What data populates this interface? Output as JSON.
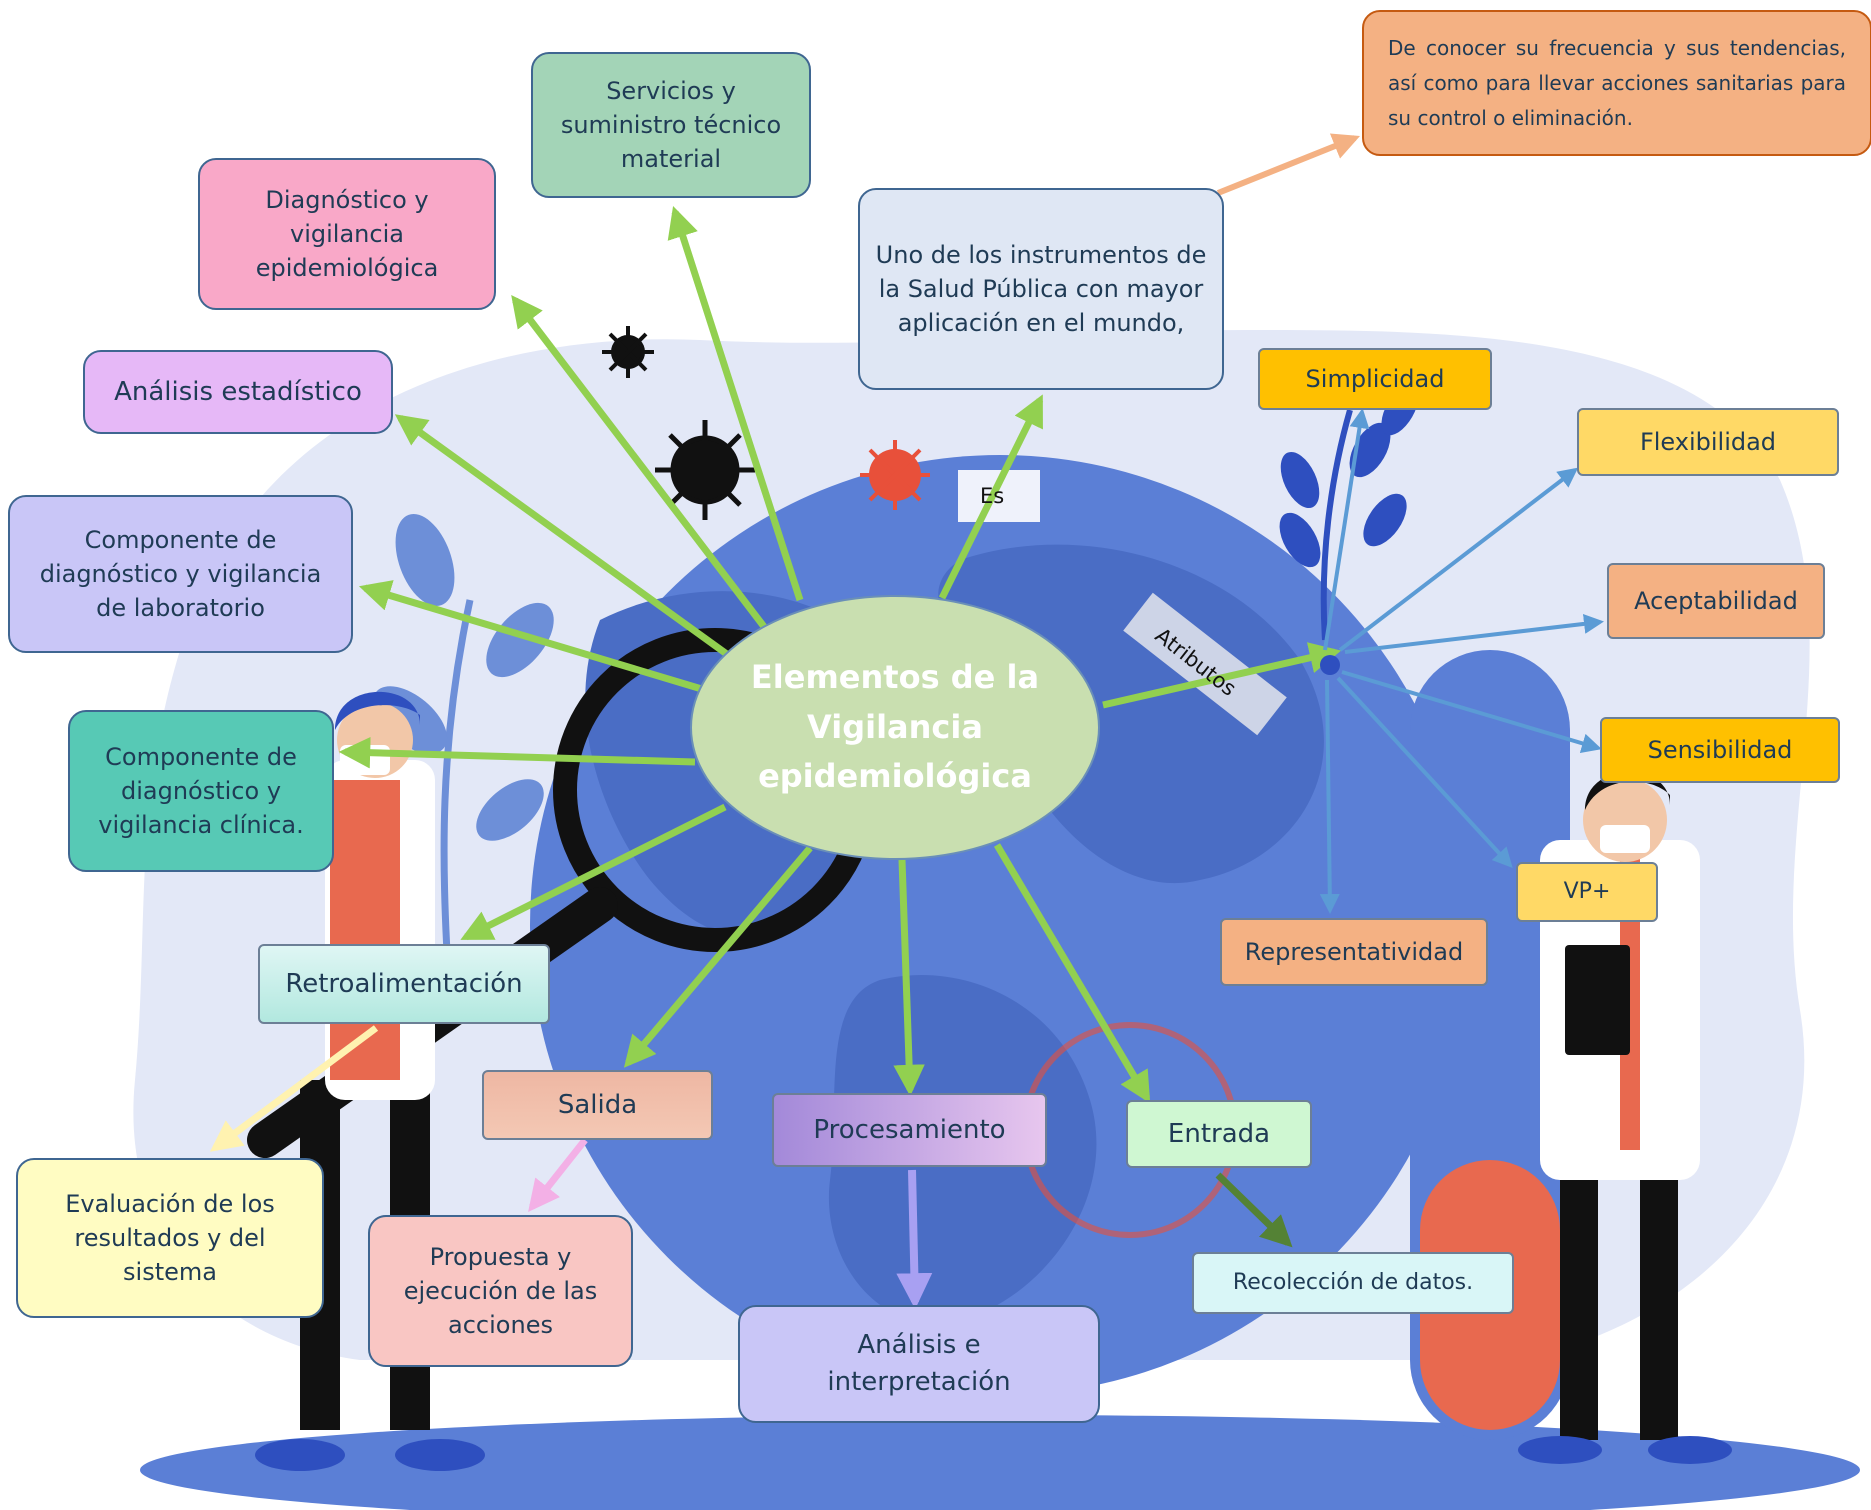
{
  "center": {
    "text": "Elementos de la Vigilancia epidemiológica"
  },
  "edge_labels": {
    "es": "Es",
    "atributos": "Atributos"
  },
  "definition": {
    "main": "Uno de los instrumentos de la Salud Pública con mayor aplicación en el mundo,",
    "detail": "De conocer su frecuencia y sus tendencias, así como para llevar acciones sanitarias para su control o eliminación."
  },
  "components": {
    "servicios": "Servicios y suministro técnico material",
    "diagnostico_vigilancia": "Diagnóstico y vigilancia epidemiológica",
    "analisis_estadistico": "Análisis estadístico",
    "laboratorio": "Componente de diagnóstico y vigilancia de laboratorio",
    "clinica": "Componente de diagnóstico y vigilancia clínica.",
    "retroalimentacion": "Retroalimentación",
    "evaluacion": "Evaluación de los resultados y del sistema",
    "salida": "Salida",
    "propuesta": "Propuesta y ejecución de las acciones",
    "procesamiento": "Procesamiento",
    "analisis_interpretacion": "Análisis e interpretación",
    "entrada": "Entrada",
    "recoleccion": "Recolección de datos."
  },
  "attributes": {
    "simplicidad": "Simplicidad",
    "flexibilidad": "Flexibilidad",
    "aceptabilidad": "Aceptabilidad",
    "sensibilidad": "Sensibilidad",
    "vp": "VP+",
    "representatividad": "Representatividad"
  },
  "colors": {
    "green_arrow": "#92d050",
    "blue_arrow": "#5b9bd5",
    "center_fill": "#c9dfb0",
    "background_blob": "#e3e8f7",
    "globe": "#5b7fd6"
  }
}
